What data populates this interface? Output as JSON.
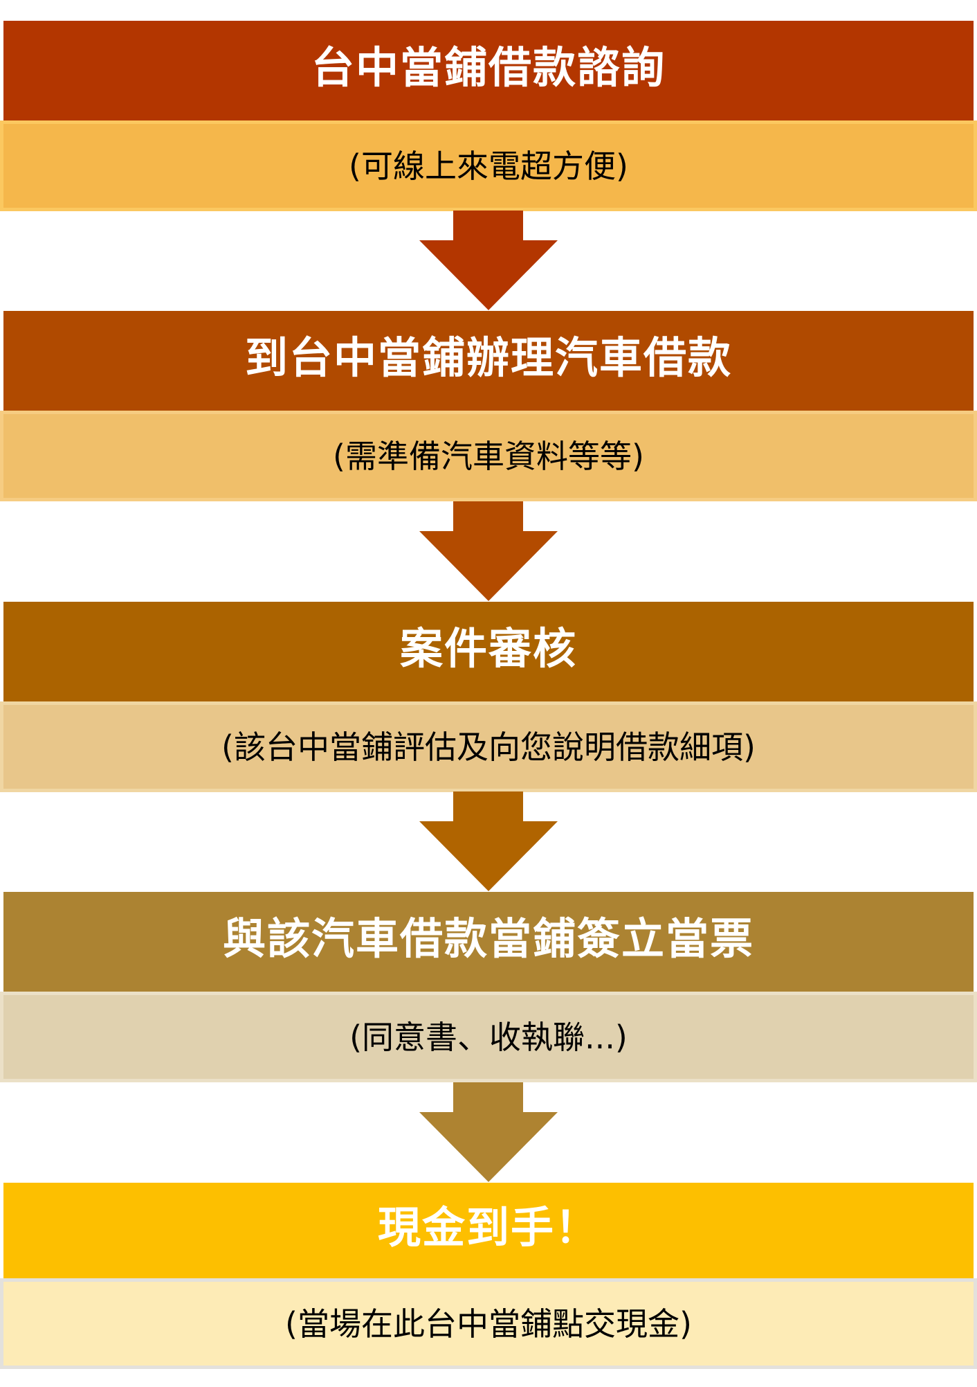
{
  "flowchart": {
    "steps": [
      {
        "title": "台中當鋪借款諮詢",
        "subtitle": "(可線上來電超方便)",
        "title_color": "#B33600",
        "subtitle_color": "#F5B74B",
        "subtitle_border": "#FBC860"
      },
      {
        "title": "到台中當鋪辦理汽車借款",
        "subtitle": "(需準備汽車資料等等)",
        "title_color": "#B04A00",
        "subtitle_color": "#F0BF6A",
        "subtitle_border": "#F6CC82"
      },
      {
        "title": "案件審核",
        "subtitle": "(該台中當鋪評估及向您說明借款細項)",
        "title_color": "#AB6300",
        "subtitle_color": "#E8C68A",
        "subtitle_border": "#F0D6A3"
      },
      {
        "title": "與該汽車借款當鋪簽立當票",
        "subtitle": "(同意書、收執聯...)",
        "title_color": "#AC8332",
        "subtitle_color": "#E0D1AF",
        "subtitle_border": "#EBE0C7"
      },
      {
        "title": "現金到手！",
        "subtitle": "(當場在此台中當鋪點交現金)",
        "title_color": "#FDBF00",
        "subtitle_color": "#FDEBB6",
        "subtitle_border": "#E3E1DC"
      }
    ],
    "arrows": [
      {
        "icon": "down-arrow-icon",
        "color": "#B33600"
      },
      {
        "icon": "down-arrow-icon",
        "color": "#B34B00"
      },
      {
        "icon": "down-arrow-icon",
        "color": "#B06400"
      },
      {
        "icon": "down-arrow-icon",
        "color": "#AE8331"
      }
    ]
  }
}
